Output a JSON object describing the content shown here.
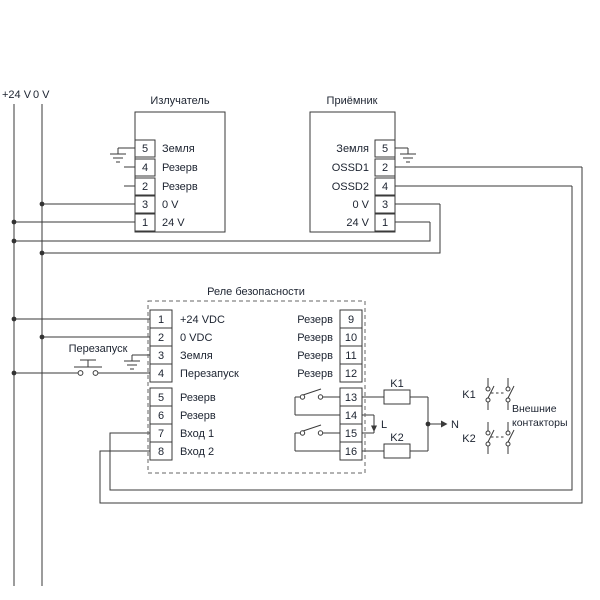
{
  "colors": {
    "ink": "#3a3a3a",
    "text": "#1c2330",
    "background": "#ffffff"
  },
  "rails": {
    "plus24": "+24 V",
    "zero": "0 V"
  },
  "emitter": {
    "title": "Излучатель",
    "pins": [
      {
        "num": "5",
        "label": "Земля"
      },
      {
        "num": "4",
        "label": "Резерв"
      },
      {
        "num": "2",
        "label": "Резерв"
      },
      {
        "num": "3",
        "label": "0 V"
      },
      {
        "num": "1",
        "label": "24 V"
      }
    ]
  },
  "receiver": {
    "title": "Приёмник",
    "pins": [
      {
        "num": "5",
        "label": "Земля"
      },
      {
        "num": "2",
        "label": "OSSD1"
      },
      {
        "num": "4",
        "label": "OSSD2"
      },
      {
        "num": "3",
        "label": "0 V"
      },
      {
        "num": "1",
        "label": "24 V"
      }
    ]
  },
  "relay": {
    "title": "Реле безопасности",
    "left": [
      {
        "num": "1",
        "label": "+24 VDC"
      },
      {
        "num": "2",
        "label": "0 VDC"
      },
      {
        "num": "3",
        "label": "Земля"
      },
      {
        "num": "4",
        "label": "Перезапуск"
      },
      {
        "num": "5",
        "label": "Резерв"
      },
      {
        "num": "6",
        "label": "Резерв"
      },
      {
        "num": "7",
        "label": "Вход 1"
      },
      {
        "num": "8",
        "label": "Вход 2"
      }
    ],
    "right": [
      {
        "num": "9",
        "label": "Резерв"
      },
      {
        "num": "10",
        "label": "Резерв"
      },
      {
        "num": "11",
        "label": "Резерв"
      },
      {
        "num": "12",
        "label": "Резерв"
      },
      {
        "num": "13",
        "label": ""
      },
      {
        "num": "14",
        "label": ""
      },
      {
        "num": "15",
        "label": ""
      },
      {
        "num": "16",
        "label": ""
      }
    ]
  },
  "restart": {
    "label": "Перезапуск"
  },
  "output": {
    "k1": "K1",
    "k2": "K2",
    "line": "L",
    "neutral": "N"
  },
  "contactors": {
    "k1": "K1",
    "k2": "K2",
    "caption1": "Внешние",
    "caption2": "контакторы"
  }
}
